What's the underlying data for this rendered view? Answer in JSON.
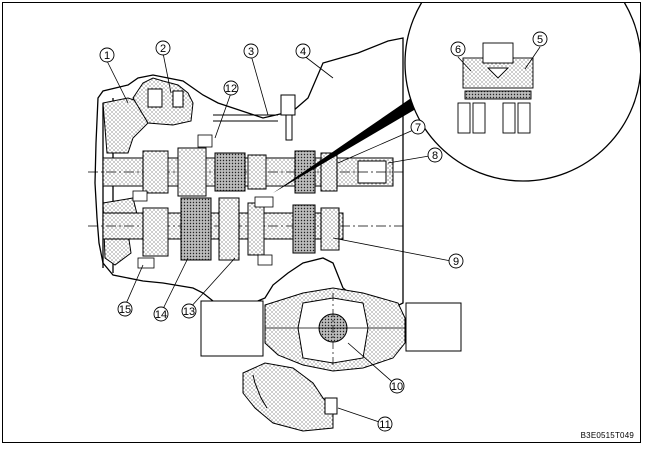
{
  "figure": {
    "code": "B3E0515T049",
    "callouts": [
      "1",
      "2",
      "3",
      "4",
      "5",
      "6",
      "7",
      "8",
      "9",
      "10",
      "11",
      "12",
      "13",
      "14",
      "15"
    ]
  },
  "colors": {
    "line": "#000000",
    "section_fill": "#d9d9d9",
    "background": "#ffffff"
  }
}
